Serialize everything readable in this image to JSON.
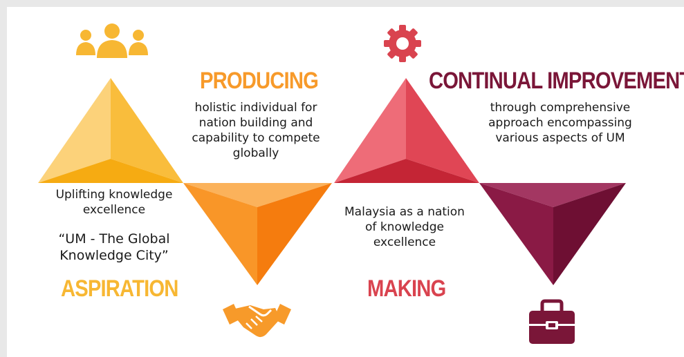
{
  "colors": {
    "aspiration": "#f7b733",
    "producing": "#f79a2a",
    "making": "#d9434f",
    "improvement": "#7a1638"
  },
  "stages": [
    {
      "heading": "ASPIRATION",
      "icon": "people-icon",
      "description_lines": [
        "Uplifting knowledge",
        "excellence"
      ],
      "quote_lines": [
        "“UM - The Global",
        "Knowledge City”"
      ]
    },
    {
      "heading": "PRODUCING",
      "icon": "handshake-icon",
      "description_lines": [
        "holistic individual for",
        "nation building and",
        "capability to compete",
        "globally"
      ]
    },
    {
      "heading": "MAKING",
      "icon": "gear-icon",
      "description_lines": [
        "Malaysia as a nation",
        "of knowledge",
        "excellence"
      ]
    },
    {
      "heading": "CONTINUAL IMPROVEMENT",
      "icon": "briefcase-icon",
      "description_lines": [
        "through comprehensive",
        "approach encompassing",
        "various aspects of UM"
      ]
    }
  ]
}
